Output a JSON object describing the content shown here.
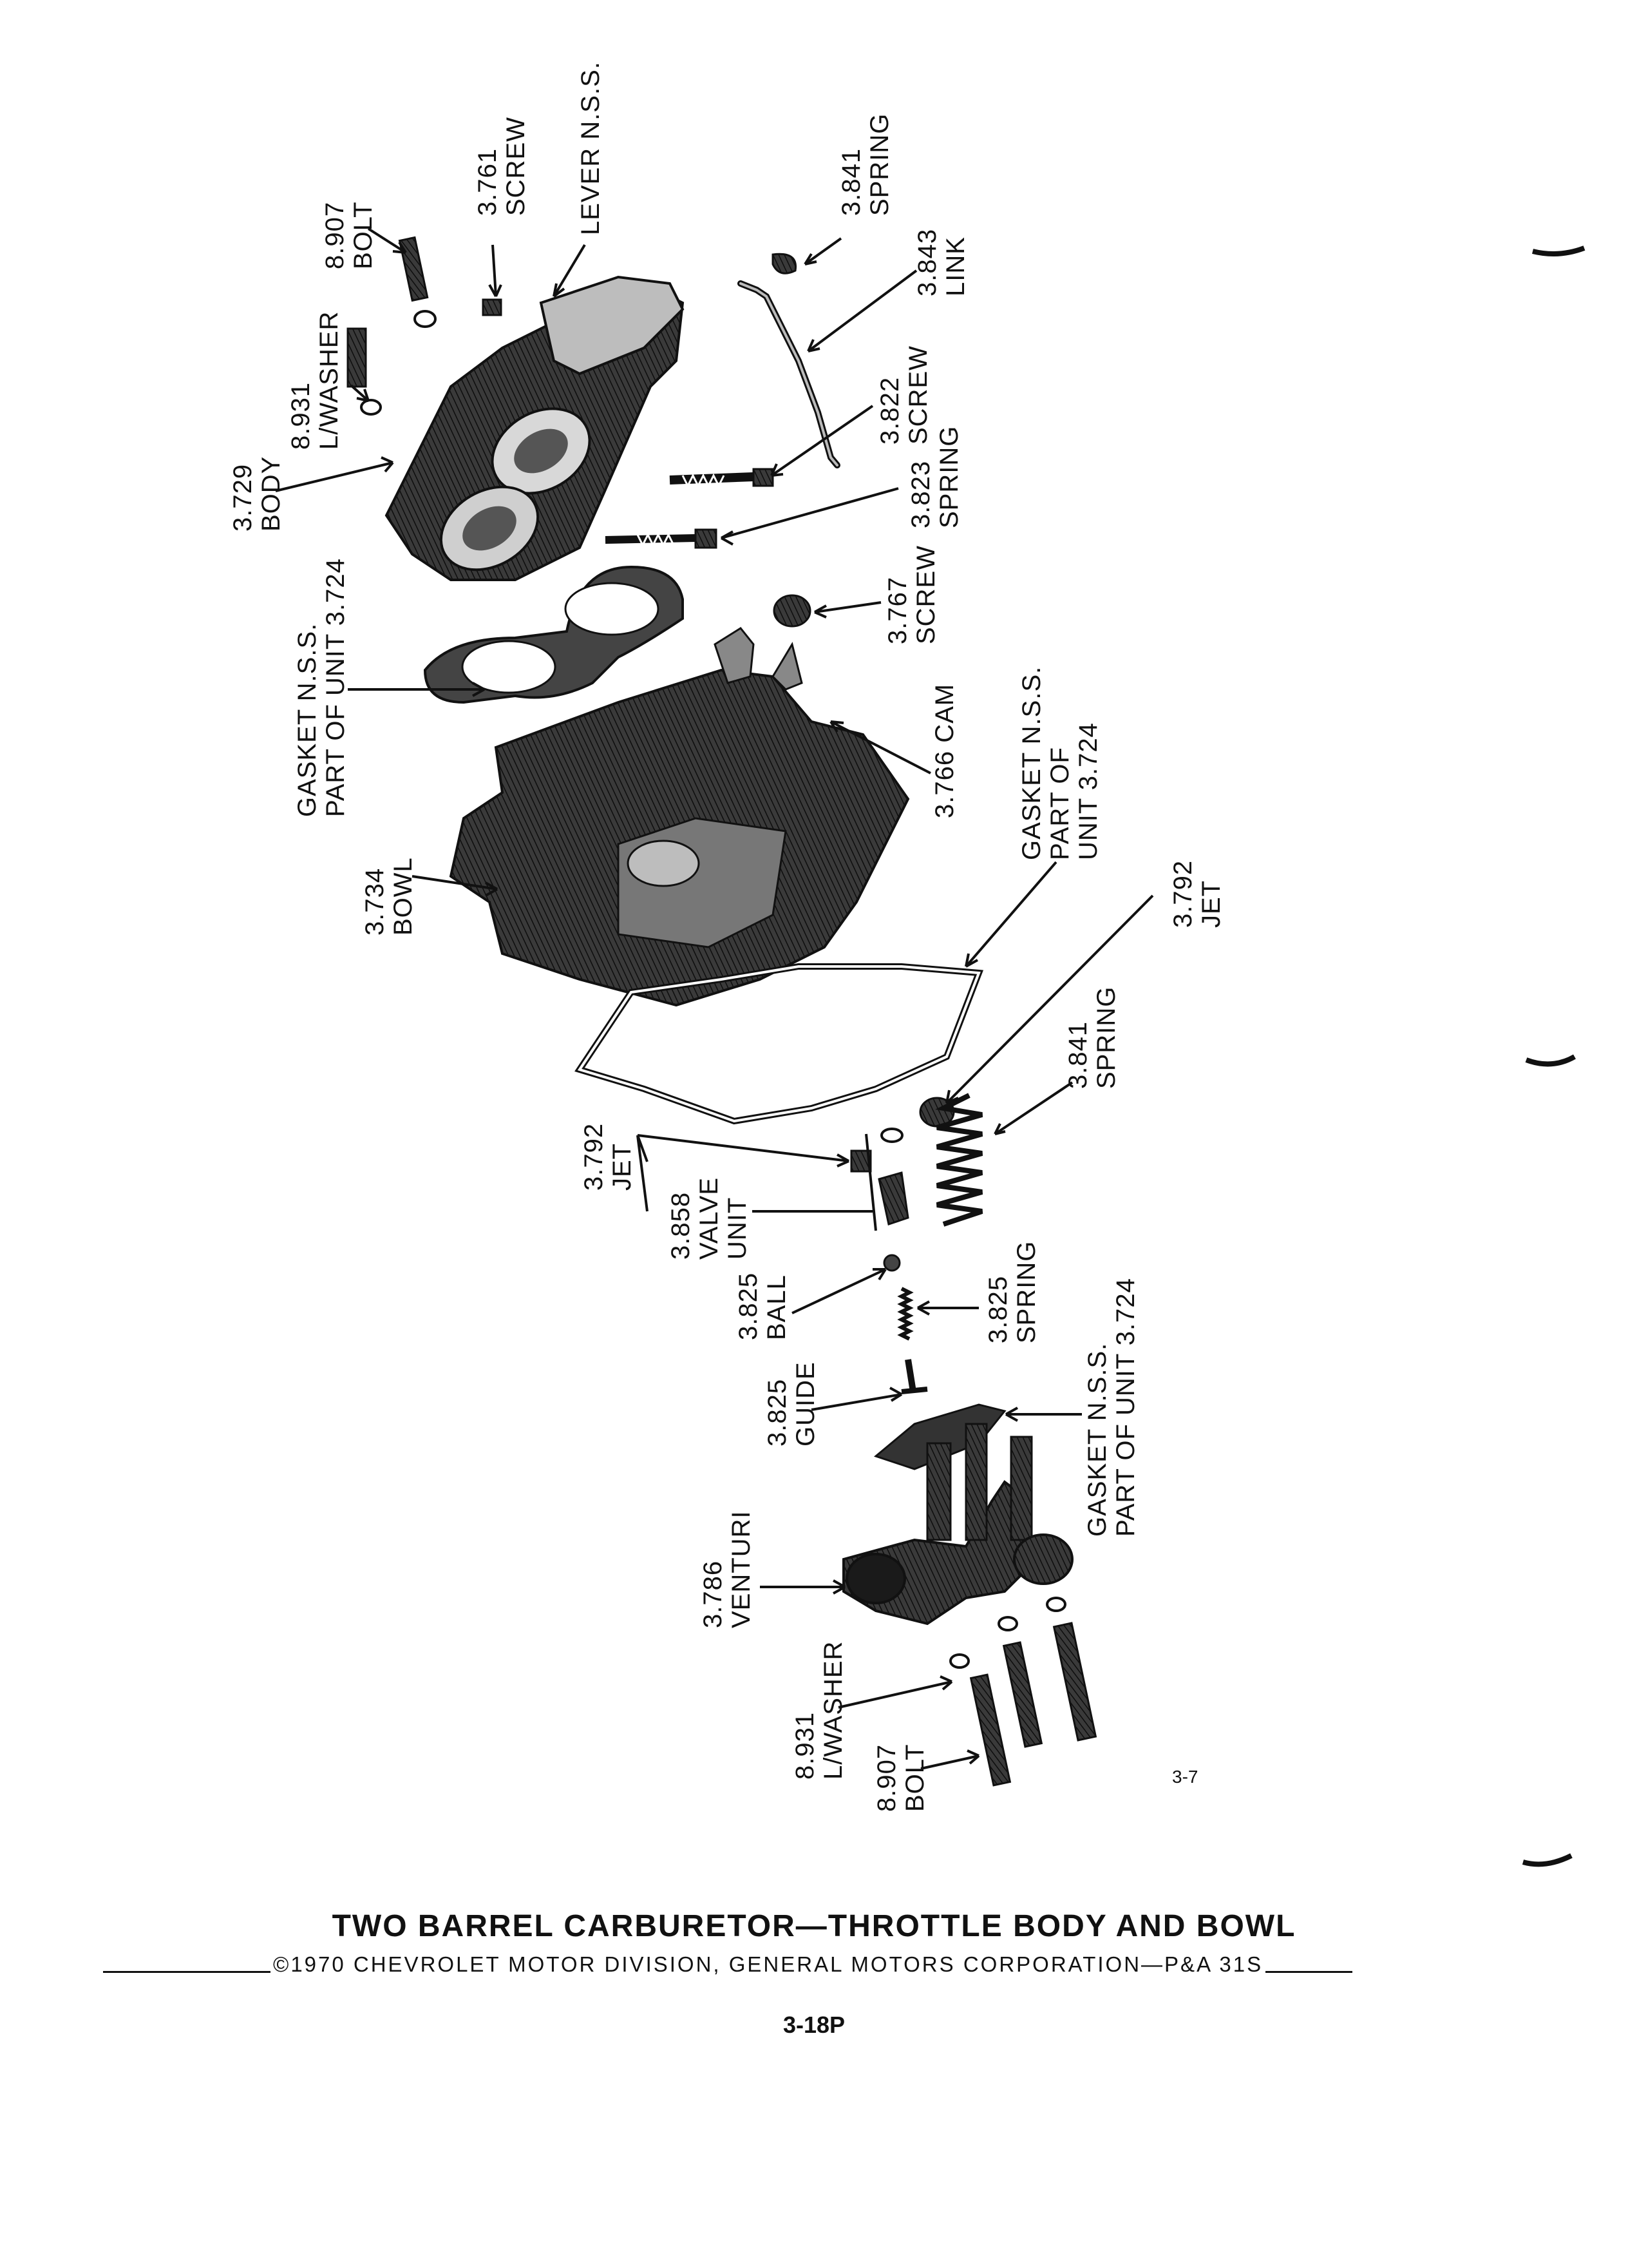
{
  "labels": {
    "bolt_top": "8.907\nBOLT",
    "screw_3761": "3.761\nSCREW",
    "lever": "LEVER N.S.S.",
    "spring_3841_top": "3.841\nSPRING",
    "link": "3.843\nLINK",
    "lwasher_top": "8.931\nL/WASHER",
    "body": "3.729\nBODY",
    "screw_3822": "3.822\nSCREW",
    "spring_3823": "3.823\nSPRING",
    "gasket_top": "GASKET N.S.S.\nPART OF UNIT 3.724",
    "screw_3767": "3.767\nSCREW",
    "cam": "3.766 CAM",
    "gasket_mid": "GASKET N.S.S.\nPART OF\nUNIT 3.724",
    "bowl": "3.734\nBOWL",
    "jet_right": "3.792\nJET",
    "spring_3841_mid": "3.841\nSPRING",
    "jet_left": "3.792\nJET",
    "valve_unit": "3.858\nVALVE\nUNIT",
    "ball": "3.825\nBALL",
    "spring_3825": "3.825\nSPRING",
    "guide": "3.825\nGUIDE",
    "gasket_bottom": "GASKET N.S.S.\nPART OF UNIT 3.724",
    "venturi": "3.786\nVENTURI",
    "lwasher_bottom": "8.931\nL/WASHER",
    "bolt_bottom": "8.907\nBOLT"
  },
  "figure_number": "3-7",
  "title": "TWO BARREL CARBURETOR—THROTTLE BODY AND BOWL",
  "copyright": "©1970 CHEVROLET MOTOR DIVISION, GENERAL MOTORS CORPORATION—P&A 31S",
  "page_number": "3-18P"
}
